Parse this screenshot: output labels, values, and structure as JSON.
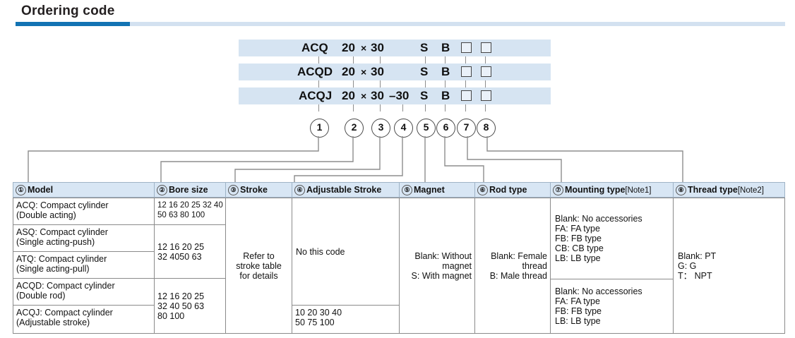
{
  "page": {
    "title": "Ordering code",
    "accent_color": "#1273b3",
    "band_color": "#d6e4f2",
    "header_color": "#d8e6f4"
  },
  "code_rows": [
    {
      "model": "ACQ",
      "bore": "20",
      "mult": "×",
      "stroke": "30",
      "adj": "",
      "magnet": "S",
      "rod": "B",
      "box1": "□",
      "box2": "□"
    },
    {
      "model": "ACQD",
      "bore": "20",
      "mult": "×",
      "stroke": "30",
      "adj": "",
      "magnet": "S",
      "rod": "B",
      "box1": "□",
      "box2": "□"
    },
    {
      "model": "ACQJ",
      "bore": "20",
      "mult": "×",
      "stroke": "30",
      "adj": "–30",
      "magnet": "S",
      "rod": "B",
      "box1": "□",
      "box2": "□"
    }
  ],
  "callouts": [
    "1",
    "2",
    "3",
    "4",
    "5",
    "6",
    "7",
    "8"
  ],
  "table": {
    "headers": [
      {
        "num": "①",
        "label": "Model",
        "note": ""
      },
      {
        "num": "②",
        "label": "Bore size",
        "note": ""
      },
      {
        "num": "③",
        "label": "Stroke",
        "note": ""
      },
      {
        "num": "④",
        "label": "Adjustable Stroke",
        "note": ""
      },
      {
        "num": "⑤",
        "label": "Magnet",
        "note": ""
      },
      {
        "num": "⑥",
        "label": "Rod type",
        "note": ""
      },
      {
        "num": "⑦",
        "label": "Mounting type",
        "note": "[Note1]"
      },
      {
        "num": "⑧",
        "label": "Thread type",
        "note": "[Note2]"
      }
    ],
    "models": [
      {
        "line1": "ACQ: Compact cylinder",
        "line2": "(Double acting)"
      },
      {
        "line1": "ASQ: Compact cylinder",
        "line2": "(Single acting-push)"
      },
      {
        "line1": "ATQ: Compact cylinder",
        "line2": "(Single acting-pull)"
      },
      {
        "line1": "ACQD: Compact cylinder",
        "line2": "(Double rod)"
      },
      {
        "line1": "ACQJ: Compact cylinder",
        "line2": "(Adjustable stroke)"
      }
    ],
    "bore_sizes": [
      {
        "lines": [
          "12 16 20 25 32 40",
          "50 63 80 100"
        ]
      },
      {
        "lines": [
          "12 16 20 25",
          "32 4050 63"
        ]
      },
      {
        "lines": [
          "12 16 20 25",
          "32 40 50 63",
          "80 100"
        ]
      }
    ],
    "stroke": {
      "lines": [
        "Refer to",
        "stroke table",
        "for details"
      ]
    },
    "adjustable_stroke": {
      "top": "No this code",
      "bottom_lines": [
        "10 20 30 40",
        "50 75 100"
      ]
    },
    "magnet": {
      "lines": [
        "Blank: Without",
        "magnet",
        "S: With magnet"
      ]
    },
    "rod_type": {
      "lines": [
        "Blank: Female",
        "thread",
        "B: Male thread"
      ]
    },
    "mounting_type": {
      "top": [
        "Blank: No accessories",
        "FA: FA type",
        "FB: FB type",
        "CB: CB type",
        "LB: LB type"
      ],
      "bottom": [
        "Blank: No accessories",
        "FA: FA type",
        "FB: FB type",
        "LB: LB type"
      ]
    },
    "thread_type": {
      "lines": [
        "Blank: PT",
        "G: G",
        "T： NPT"
      ]
    }
  }
}
